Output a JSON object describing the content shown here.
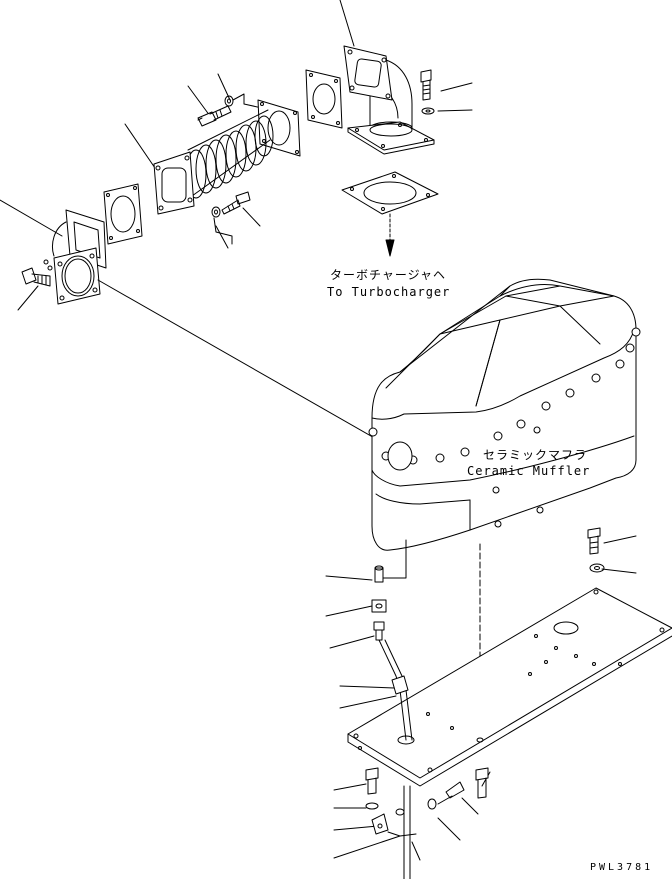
{
  "labels": {
    "turbocharger_jp": "ターボチャージャヘ",
    "turbocharger_en": "To Turbocharger",
    "muffler_jp": "セラミックマフラ",
    "muffler_en": "Ceramic Muffler",
    "drawing_code": "PWL3781"
  },
  "colors": {
    "line": "#000000",
    "background": "#ffffff"
  }
}
